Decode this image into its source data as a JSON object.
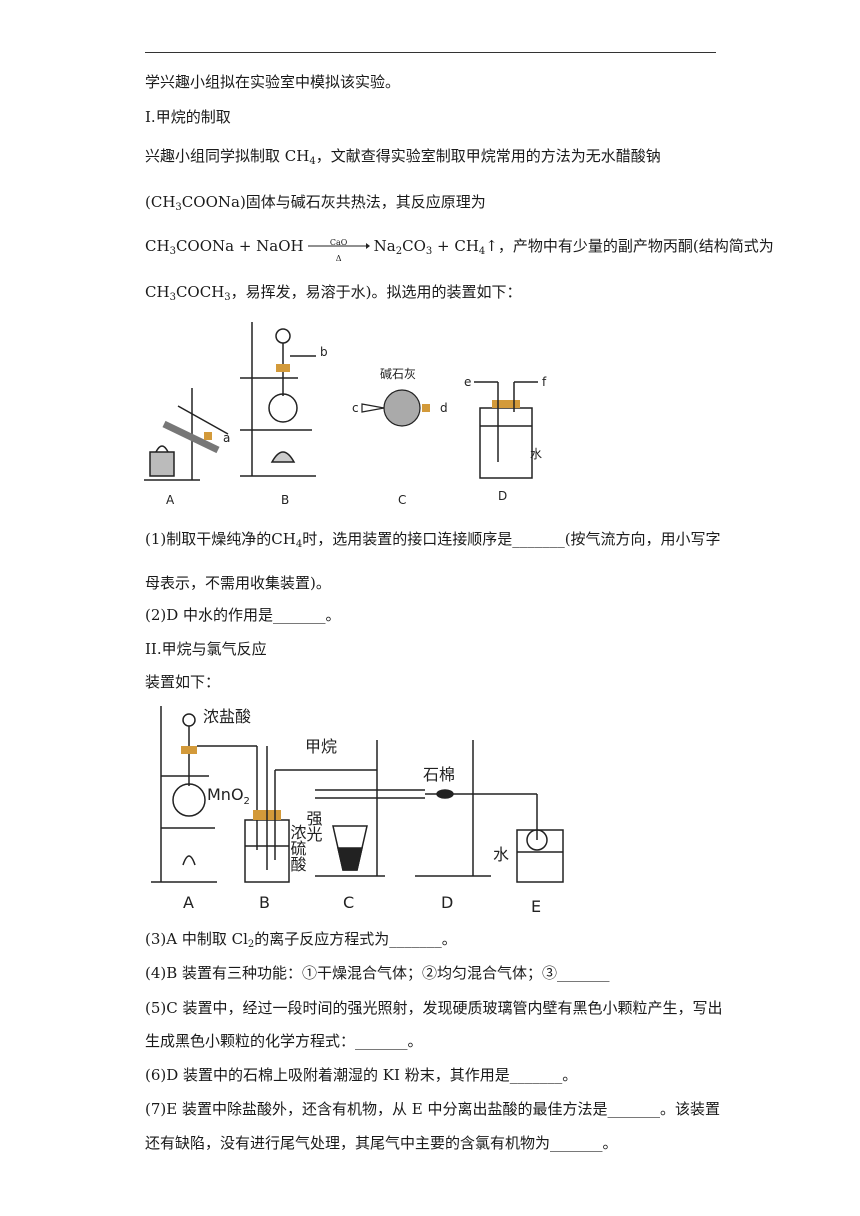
{
  "intro": "学兴趣小组拟在实验室中模拟该实验。",
  "section1": "I.甲烷的制取",
  "p1": "兴趣小组同学拟制取",
  "p1b": "，文献查得实验室制取甲烷常用的方法为无水醋酸钠",
  "p2a": "(",
  "p2b": ")固体与碱石灰共热法，其反应原理为",
  "eq_cond_top": "CaO",
  "eq_cond_bot": "Δ",
  "eq_tail": "，产物中有少量的副产物丙酮(结构简式为",
  "p4b": "，易挥发，易溶于水)。拟选用的装置如下：",
  "fig1": {
    "labels": [
      "A",
      "B",
      "C",
      "D"
    ],
    "ports": [
      "a",
      "b",
      "c",
      "d",
      "e",
      "f"
    ],
    "soda_lime": "碱石灰",
    "water": "水"
  },
  "q1a": "(1)制取干燥纯净的",
  "q1b": "时，选用装置的接口连接顺序是_______(按气流方向，用小写字",
  "q1c": "母表示，不需用收集装置)。",
  "q2": "(2)D 中水的作用是_______。",
  "section2": "II.甲烷与氯气反应",
  "setup": "装置如下：",
  "fig2": {
    "labels": [
      "A",
      "B",
      "C",
      "D",
      "E"
    ],
    "conc_hcl": "浓盐酸",
    "mno2": "MnO",
    "mno2_sub": "2",
    "methane": "甲烷",
    "asbestos": "石棉",
    "strong_light": "强光",
    "conc_h2so4": "浓硫酸",
    "water": "水"
  },
  "q3a": "(3)A 中制取 Cl",
  "q3b": "的离子反应方程式为_______。",
  "q4": "(4)B 装置有三种功能：①干燥混合气体；②均匀混合气体；③_______",
  "q5a": "(5)C 装置中，经过一段时间的强光照射，发现硬质玻璃管内壁有黑色小颗粒产生，写出",
  "q5b": "生成黑色小颗粒的化学方程式：_______。",
  "q6": "(6)D 装置中的石棉上吸附着潮湿的 KI 粉末，其作用是_______。",
  "q7a": "(7)E 装置中除盐酸外，还含有机物，从 E 中分离出盐酸的最佳方法是_______。该装置",
  "q7b": "还有缺陷，没有进行尾气处理，其尾气中主要的含氯有机物为_______。"
}
